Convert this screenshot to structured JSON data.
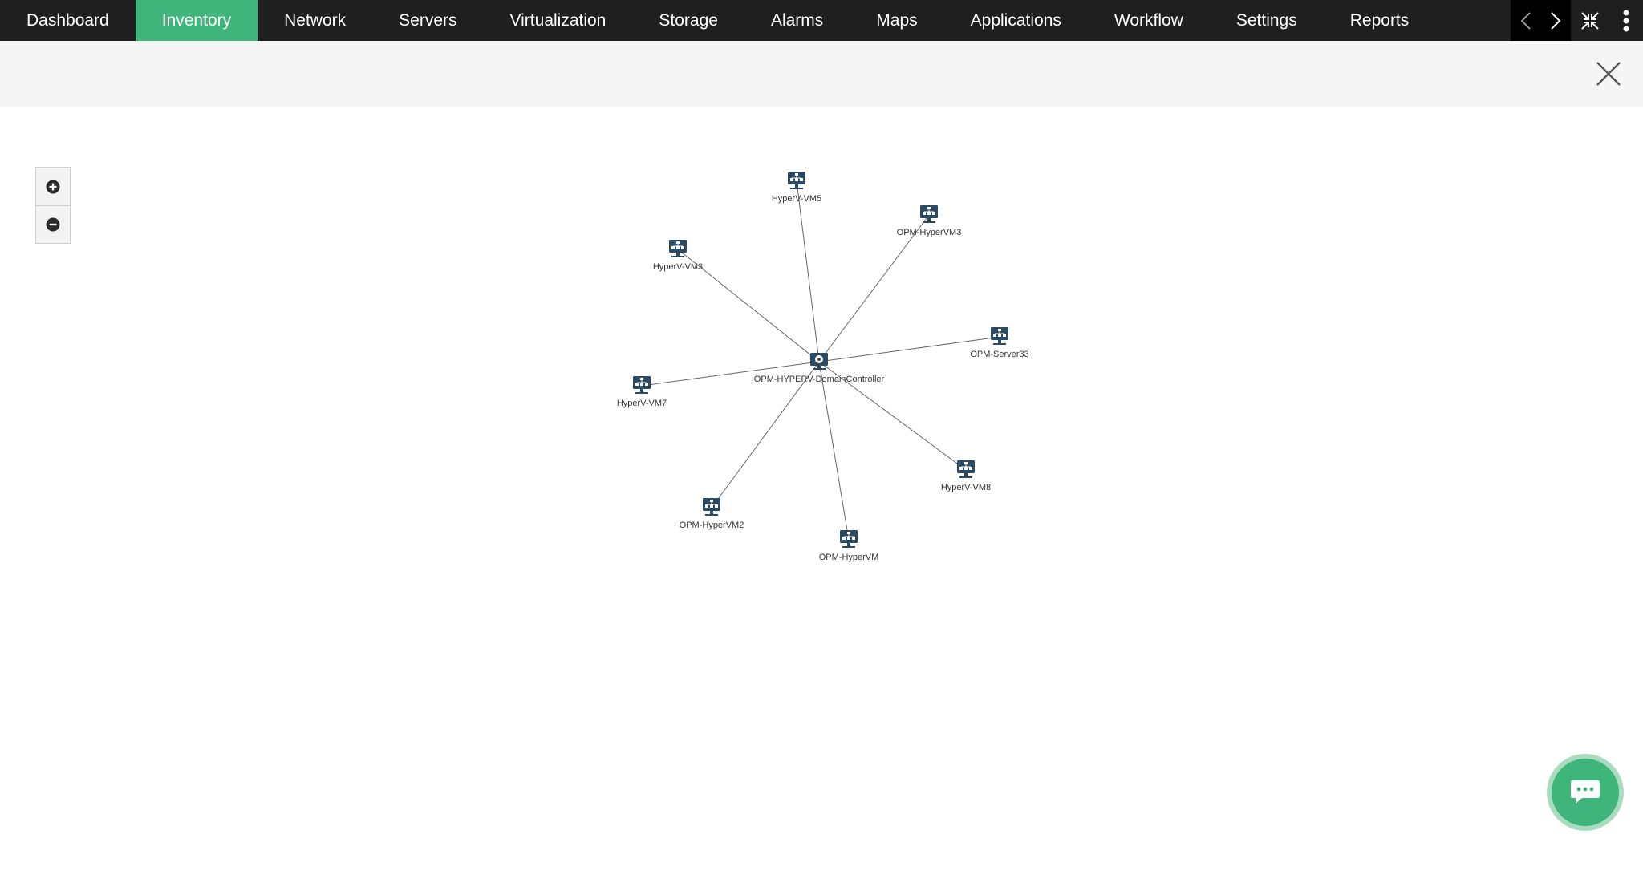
{
  "nav": {
    "items": [
      {
        "label": "Dashboard",
        "active": false
      },
      {
        "label": "Inventory",
        "active": true
      },
      {
        "label": "Network",
        "active": false
      },
      {
        "label": "Servers",
        "active": false
      },
      {
        "label": "Virtualization",
        "active": false
      },
      {
        "label": "Storage",
        "active": false
      },
      {
        "label": "Alarms",
        "active": false
      },
      {
        "label": "Maps",
        "active": false
      },
      {
        "label": "Applications",
        "active": false
      },
      {
        "label": "Workflow",
        "active": false
      },
      {
        "label": "Settings",
        "active": false
      },
      {
        "label": "Reports",
        "active": false
      }
    ],
    "controls": [
      "chevron-left-icon",
      "chevron-right-icon",
      "collapse-icon",
      "more-vertical-icon"
    ]
  },
  "toolbar": {
    "close_icon": "close-icon"
  },
  "zoom": {
    "in_icon": "zoom-in-icon",
    "out_icon": "zoom-out-icon"
  },
  "graph": {
    "center": {
      "id": "dc",
      "label": "OPM-HYPERV-DomainController",
      "icon": "cloud-server-icon"
    },
    "nodes": [
      {
        "id": "vm5",
        "label": "HyperV-VM5",
        "icon": "server-network-icon"
      },
      {
        "id": "opmvm3",
        "label": "OPM-HyperVM3",
        "icon": "server-network-icon"
      },
      {
        "id": "vm3",
        "label": "HyperV-VM3",
        "icon": "server-network-icon"
      },
      {
        "id": "server33",
        "label": "OPM-Server33",
        "icon": "server-network-icon"
      },
      {
        "id": "vm7",
        "label": "HyperV-VM7",
        "icon": "server-network-icon"
      },
      {
        "id": "vm8",
        "label": "HyperV-VM8",
        "icon": "server-network-icon"
      },
      {
        "id": "opmvm2",
        "label": "OPM-HyperVM2",
        "icon": "server-network-icon"
      },
      {
        "id": "opmvm",
        "label": "OPM-HyperVM",
        "icon": "server-network-icon"
      }
    ],
    "link_color": "#666666",
    "icon_color": "#2b4a63"
  },
  "chat": {
    "icon": "chat-icon"
  },
  "colors": {
    "nav_bg": "#1f1f1f",
    "accent": "#3fb57c",
    "subbar_bg": "#f5f5f5"
  }
}
